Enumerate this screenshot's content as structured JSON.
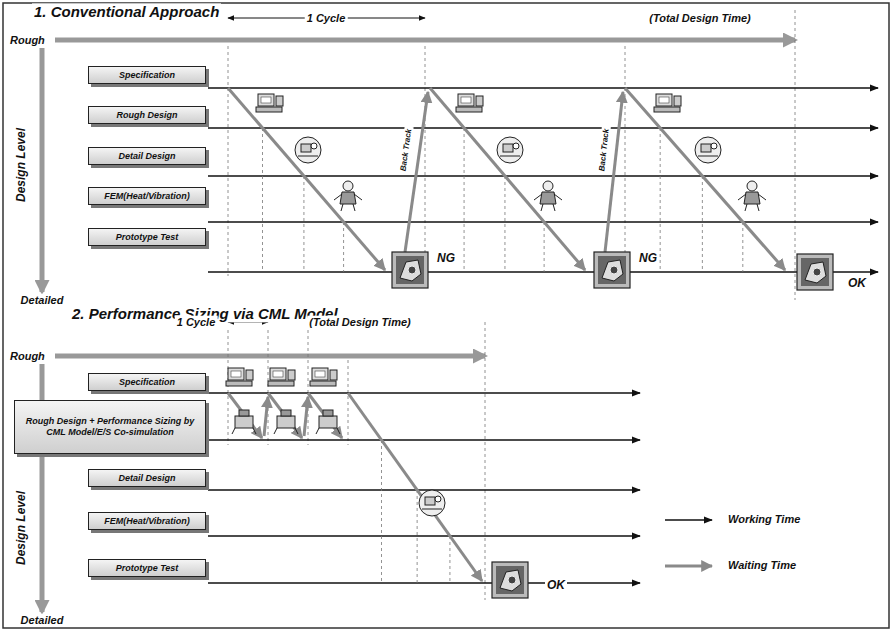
{
  "diagram": {
    "nodes": [
      {
        "text": [
          "Specification"
        ]
      },
      {
        "text": [
          "Rough Design"
        ]
      },
      {
        "text": [
          "Detail Design"
        ]
      },
      {
        "text": [
          "FEM(Heat/Vibration)"
        ]
      },
      {
        "text": [
          "Prototype Test"
        ]
      },
      {
        "text": [
          "Specification"
        ]
      },
      {
        "text": [
          "Rough Design + Performance Sizing by CML Model/E/S Co-simulation"
        ]
      },
      {
        "text": [
          "Detail Design"
        ]
      },
      {
        "text": [
          "FEM(Heat/Vibration)"
        ]
      },
      {
        "text": [
          "Prototype Test"
        ]
      }
    ],
    "labels": [
      "1. Conventional Approach",
      "1 Cycle",
      "(Total Design Time)",
      "Rough",
      "Design Level",
      "Detailed",
      "Back Track",
      "NG",
      "Back Track",
      "NG",
      "OK",
      "2. Performance Sizing via CML Model",
      "1 Cycle",
      "(Total Design Time)",
      "Rough",
      "Design Level",
      "Detailed",
      "OK"
    ],
    "legend": [
      {
        "text": "Working Time"
      },
      {
        "text": "Waiting Time"
      }
    ]
  }
}
